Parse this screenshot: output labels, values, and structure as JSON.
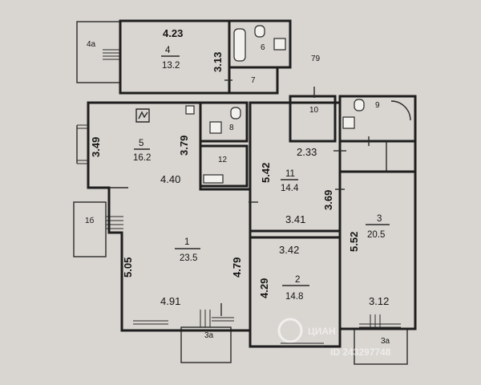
{
  "building_number": "79",
  "watermark": {
    "logo_text": "ЦИАН",
    "id_text": "ID 243297748"
  },
  "rooms": [
    {
      "key": "r1",
      "number": "1",
      "area": "23.5",
      "dims": [
        "5.05",
        "4.79",
        "4.91",
        "4.40"
      ]
    },
    {
      "key": "r2",
      "number": "2",
      "area": "14.8",
      "dims": [
        "3.42",
        "4.29"
      ]
    },
    {
      "key": "r3",
      "number": "3",
      "area": "20.5",
      "dims": [
        "5.52",
        "3.12"
      ]
    },
    {
      "key": "r4",
      "number": "4",
      "area": "13.2",
      "dims": [
        "4.23",
        "3.13"
      ]
    },
    {
      "key": "r5",
      "number": "5",
      "area": "16.2",
      "dims": [
        "3.49",
        "3.79"
      ]
    },
    {
      "key": "r11",
      "number": "11",
      "area": "14.4",
      "dims": [
        "2.33",
        "5.42",
        "3.69",
        "3.41"
      ]
    }
  ],
  "small_rooms": [
    "6",
    "7",
    "8",
    "9",
    "10",
    "12"
  ],
  "balconies": [
    "4а",
    "1б",
    "3а",
    "3а"
  ]
}
